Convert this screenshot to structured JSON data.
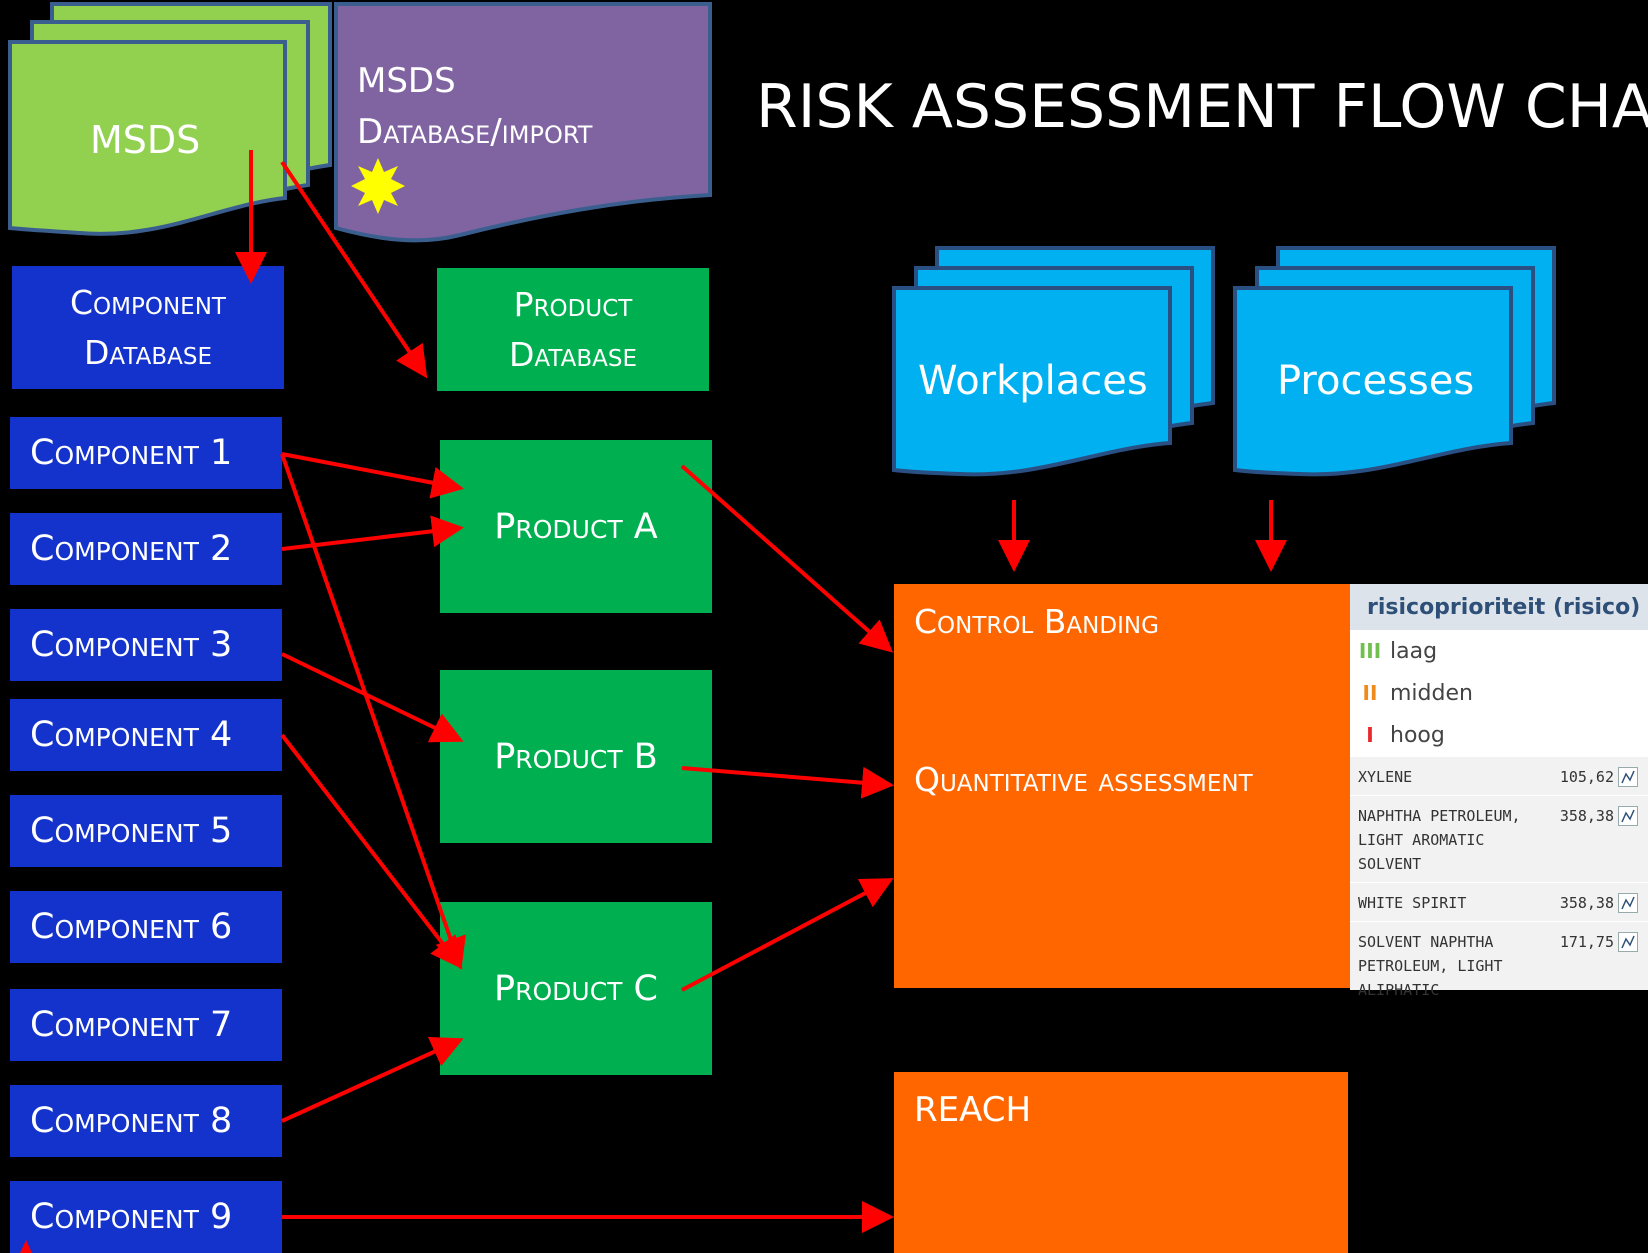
{
  "title": "RISK ASSESSMENT FLOW CHA",
  "msds": {
    "label": "MSDS"
  },
  "msds_database": {
    "line1": "MSDS",
    "line2": "Database/import"
  },
  "component_database": {
    "line1": "Component",
    "line2": "Database"
  },
  "product_database": {
    "line1": "Product",
    "line2": "Database"
  },
  "components": [
    "Component 1",
    "Component 2",
    "Component 3",
    "Component 4",
    "Component 5",
    "Component 6",
    "Component 7",
    "Component 8",
    "Component 9"
  ],
  "products": [
    "Product A",
    "Product B",
    "Product C"
  ],
  "workplaces": "Workplaces",
  "processes": "Processes",
  "assessment": {
    "control_banding": "Control Banding",
    "quantitative": "Quantitative assessment"
  },
  "reach": "REACH",
  "legend": {
    "header": "risicoprioriteit (risico)",
    "levels": [
      {
        "bars": "III",
        "label": "laag",
        "color": "#70c050"
      },
      {
        "bars": "II",
        "label": "midden",
        "color": "#f08a1c"
      },
      {
        "bars": "I",
        "label": "hoog",
        "color": "#e8282a"
      }
    ],
    "substances": [
      {
        "name": "XYLENE",
        "value": "105,62"
      },
      {
        "name": "NAPHTHA PETROLEUM, LIGHT AROMATIC SOLVENT",
        "value": "358,38"
      },
      {
        "name": "WHITE SPIRIT",
        "value": "358,38"
      },
      {
        "name": "SOLVENT NAPHTHA PETROLEUM, LIGHT ALIPHATIC",
        "value": "171,75"
      }
    ]
  },
  "colors": {
    "component": "#1433cc",
    "product": "#00b050",
    "orange": "#ff6600",
    "arrow": "#ff0000",
    "msds": "#92d050",
    "msds_db": "#8064a2",
    "workplace": "#00b0f0",
    "star": "#ffff00"
  }
}
